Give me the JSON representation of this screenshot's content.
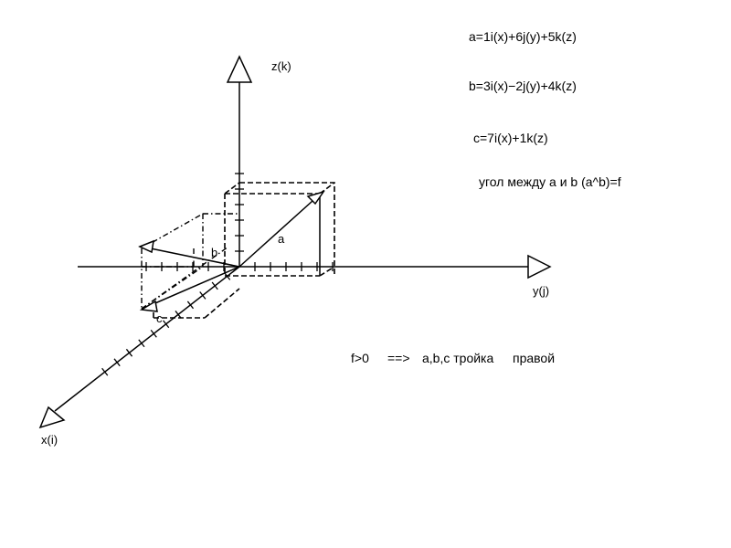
{
  "axes": {
    "z_label": "z(k)",
    "y_label": "y(j)",
    "x_label": "x(i)"
  },
  "vectors": {
    "a_label": "a",
    "b_label": "b",
    "c_label": "c"
  },
  "equations": {
    "a": "a=1i(x)+6j(y)+5k(z)",
    "b": "b=3i(x)−2j(y)+4k(z)",
    "c": "c=7i(x)+1k(z)",
    "angle": "угол между а и b (a^b)=f"
  },
  "conclusion": {
    "condition": "f>0",
    "arrow": "==>",
    "statement": "a,b,c тройка",
    "result": "правой"
  }
}
